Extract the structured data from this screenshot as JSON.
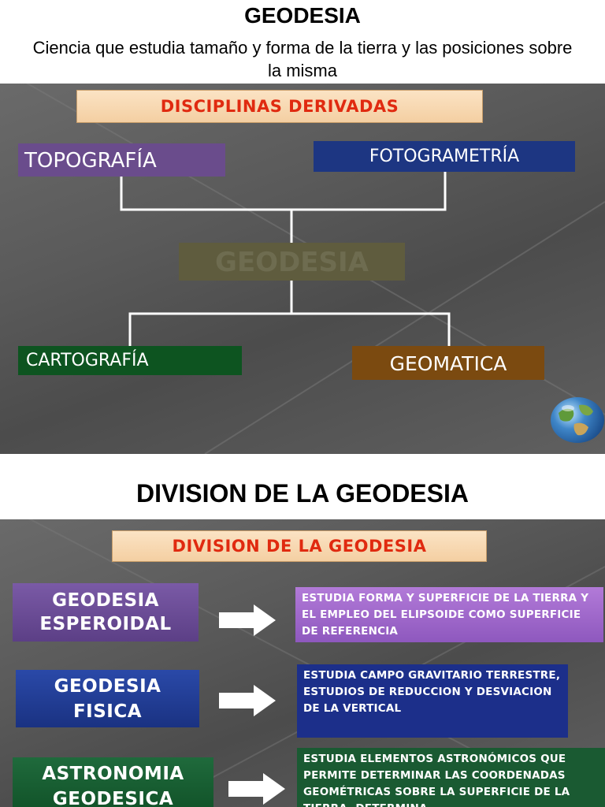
{
  "header": {
    "title": "GEODESIA",
    "subtitle": "Ciencia que estudia  tamaño y forma de la tierra y las posiciones sobre la misma"
  },
  "slide1": {
    "banner": "DISCIPLINAS DERIVADAS",
    "boxes": {
      "topografia": "TOPOGRAFÍA",
      "fotogrametria": "FOTOGRAMETRÍA",
      "geodesia": "GEODESIA",
      "cartografia": "CARTOGRAFÍA",
      "geomatica": "GEOMATICA"
    },
    "globe_icon": "globe-icon"
  },
  "division_heading": "DIVISION DE LA GEODESIA",
  "slide2": {
    "banner": "DIVISION DE LA GEODESIA",
    "rows": [
      {
        "category_line1": "GEODESIA",
        "category_line2": "ESPEROIDAL",
        "description": "ESTUDIA FORMA Y SUPERFICIE DE LA TIERRA Y EL EMPLEO DEL ELIPSOIDE COMO SUPERFICIE DE REFERENCIA"
      },
      {
        "category_line1": "GEODESIA",
        "category_line2": "FISICA",
        "description": "ESTUDIA CAMPO GRAVITARIO TERRESTRE, ESTUDIOS DE REDUCCION Y DESVIACION DE LA VERTICAL"
      },
      {
        "category_line1": "ASTRONOMIA",
        "category_line2": "GEODESICA",
        "description": "ESTUDIA ELEMENTOS ASTRONÓMICOS QUE PERMITE DETERMINAR LAS COORDENADAS GEOMÉTRICAS SOBRE LA SUPERFICIE DE LA TIERRA, DETERMINA"
      }
    ],
    "arrow_icon": "right-arrow-icon"
  },
  "colors": {
    "banner_text": "#e02a10",
    "topografia": "#6a4c8c",
    "fotogrametria": "#1d3682",
    "cartografia": "#0d5420",
    "geomatica": "#7b4a10"
  }
}
